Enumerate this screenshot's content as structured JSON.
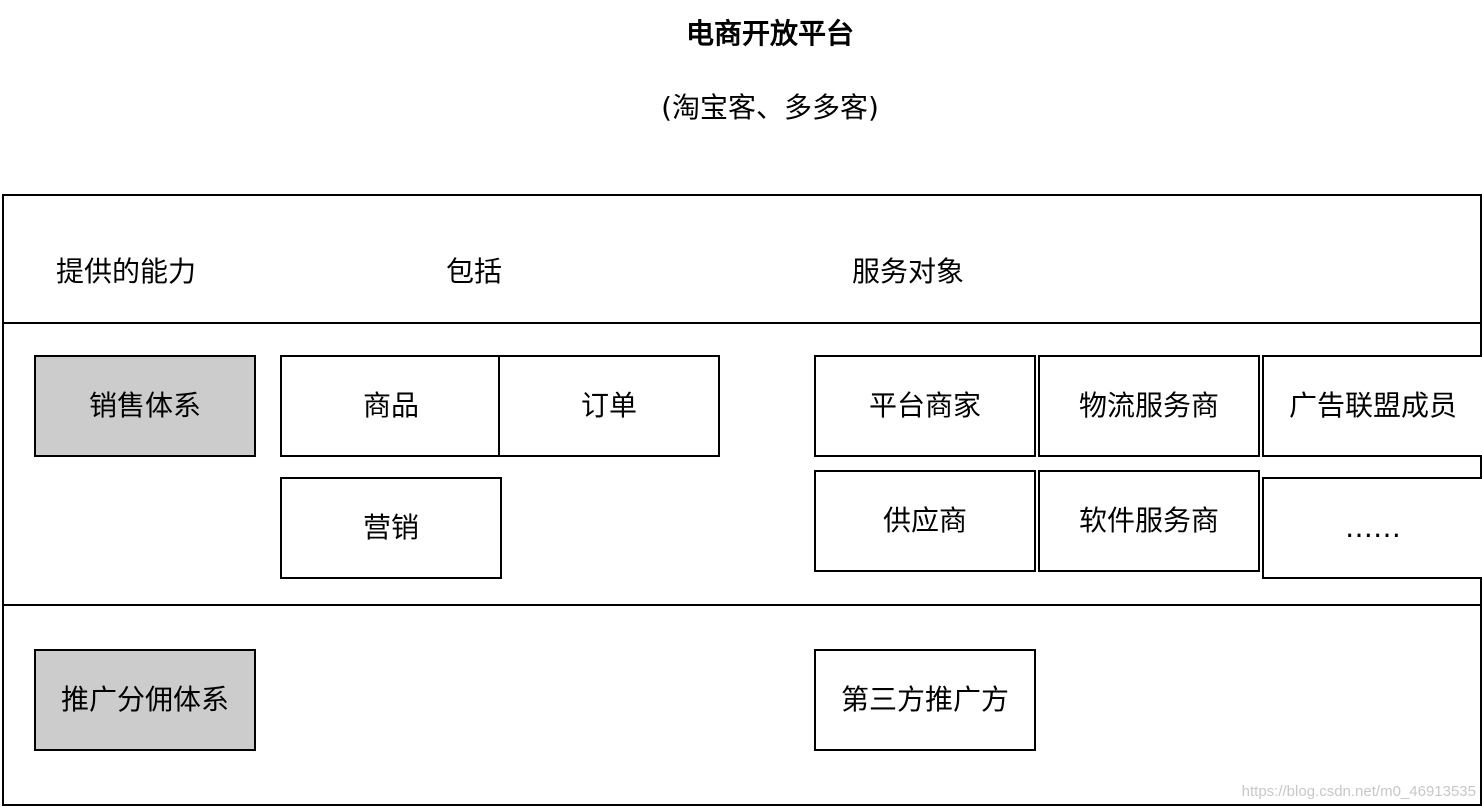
{
  "title": "电商开放平台",
  "subtitle": "(淘宝客、多多客)",
  "headers": {
    "capability": "提供的能力",
    "includes": "包括",
    "service_targets": "服务对象"
  },
  "sales_system": {
    "label": "销售体系",
    "includes": [
      "商品",
      "订单",
      "营销"
    ],
    "targets": [
      "平台商家",
      "物流服务商",
      "广告联盟成员",
      "供应商",
      "软件服务商",
      "……"
    ]
  },
  "promotion_system": {
    "label": "推广分佣体系",
    "targets": [
      "第三方推广方"
    ]
  },
  "watermark": "https://blog.csdn.net/m0_46913535",
  "colors": {
    "capability_fill": "#cccccc",
    "border": "#000000",
    "background": "#ffffff"
  }
}
